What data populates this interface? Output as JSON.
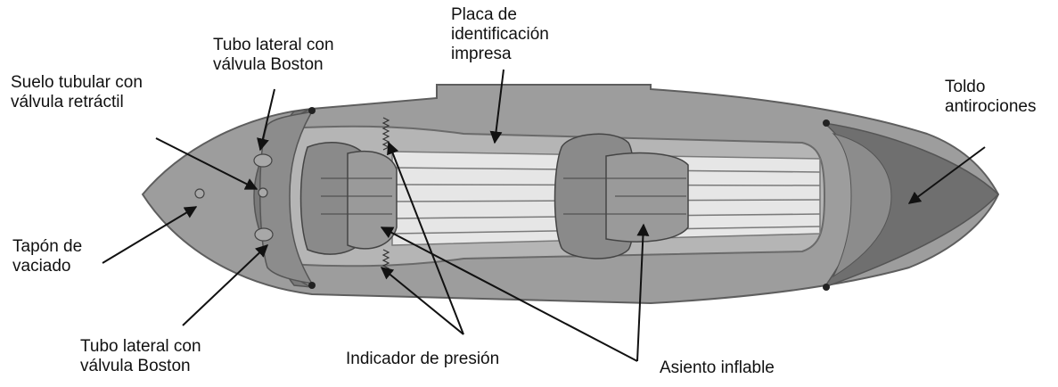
{
  "labels": {
    "placa": {
      "line1": "Placa de",
      "line2": "identificación",
      "line3": "impresa"
    },
    "tubo_top": {
      "line1": "Tubo lateral con",
      "line2": "válvula Boston"
    },
    "suelo": {
      "line1": "Suelo tubular con",
      "line2": "válvula retráctil"
    },
    "toldo": {
      "line1": "Toldo",
      "line2": "antirociones"
    },
    "tapon": {
      "line1": "Tapón de",
      "line2": "vaciado"
    },
    "tubo_bottom": {
      "line1": "Tubo lateral con",
      "line2": "válvula Boston"
    },
    "indicador": {
      "line1": "Indicador de presión"
    },
    "asiento": {
      "line1": "Asiento inflable"
    }
  },
  "colors": {
    "hull": "#9a9a9a",
    "hull_dark": "#6f6f6f",
    "inner": "#b8b8b8",
    "floor": "#e4e4e4",
    "seat": "#8a8a8a",
    "line": "#111111"
  }
}
